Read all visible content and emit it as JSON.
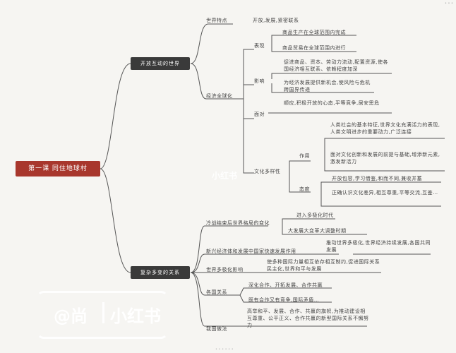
{
  "root": "第一课 同住地球村",
  "branch_open": "开放互动的世界",
  "branch_change": "复杂多变的关系",
  "world_feature_label": "世界特点",
  "world_feature_value": "开放,发展,紧密联系",
  "econ_global": "经济全球化",
  "performance": "表现",
  "perf_1": "商品生产在全球范围内完成",
  "perf_2": "商品贸易在全球范围内进行",
  "impact": "影响",
  "impact_1": "促进商品、资本、劳动力流动,配置资源,使各国经济相互联系、依赖程度加深",
  "impact_2": "为经济发展提供新机会,使风险与危机跨国界传递",
  "face": "面对",
  "face_1": "顺应,积极开放的心态,平等竞争,居安思危",
  "culture_diversity": "文化多样性",
  "role": "作用",
  "role_1": "人类社会的基本特征,世界文化充满活力的表现,人类文明进步的重要动力,广泛连接",
  "role_2": "面对文化创新和发展的前提与基础,增添新元素,激发新活力",
  "attitude": "态度",
  "att_1": "开放包容,学习借鉴,和而不同,兼收并蓄",
  "att_2": "正确认识文化差异,相互尊重,平等交流,互鉴…",
  "pattern": "冷战结束后世界格局的变化",
  "pattern_1": "进入多极化时代",
  "pattern_2": "大发展大变革大调整时期",
  "new_econ": "新兴经济体和发展中国家快速发展作用",
  "new_econ_1": "推动世界多极化,世界经济持续发展,各国共同发展",
  "multipolar": "世界多极化影响",
  "multi_1": "使多种国际力量相互依存相互制约,促进国际关系民主化,世界和平与发展",
  "relations": "各国关系",
  "rel_1": "深化合作、开拓发展、合作共赢",
  "rel_2": "既有合作又有竞争,国际矛盾…",
  "china_way": "我国做法",
  "china_1": "高举和平、发展、合作、共赢的旗帜,为推动建设相互尊重、公平正义、合作共赢的新型国际关系不懈努力",
  "watermark_left": "@尚",
  "watermark_right": "小红书",
  "watermark_center": "小红书"
}
